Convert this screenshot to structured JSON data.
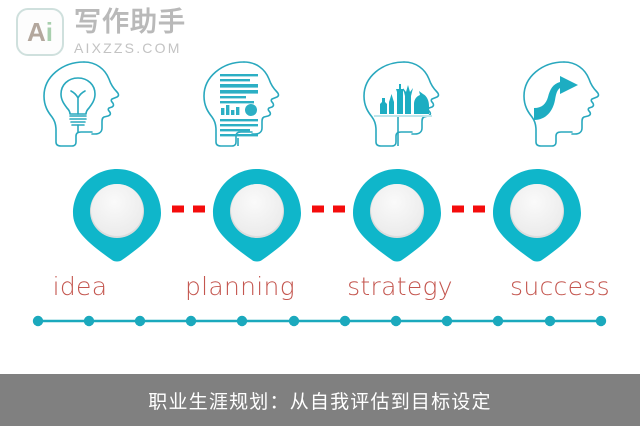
{
  "brand": {
    "mark_letter_a": "A",
    "mark_letter_i": "i",
    "name_cn": "写作助手",
    "domain": "AIXZZS.COM",
    "mark_icon": "ai-logo-icon"
  },
  "colors": {
    "teal": "#0FB6CA",
    "teal_dark": "#0AA6B8",
    "teal_line": "#1BA9BD",
    "pin_inner": "#F0F0F0",
    "pin_halo": "#FFFFFF",
    "dash_red": "#F40C0C",
    "label_red": "#C4564F",
    "caption_bar": "#808080",
    "caption_text": "#FFFFFF",
    "brand_gray": "#B9B9B9",
    "background": "#FFFFFF"
  },
  "steps": [
    {
      "label": "idea",
      "icon": "head-lightbulb-icon",
      "icon_alt": "head with lightbulb"
    },
    {
      "label": "planning",
      "icon": "head-report-chart-icon",
      "icon_alt": "head with document, bar chart and pie chart"
    },
    {
      "label": "strategy",
      "icon": "head-chess-pieces-icon",
      "icon_alt": "head with chess pieces"
    },
    {
      "label": "success",
      "icon": "head-up-arrow-icon",
      "icon_alt": "head with rising arrow"
    }
  ],
  "connectors": {
    "style": "red-dashed",
    "count": 3
  },
  "baseline": {
    "style": "teal-line-with-dots",
    "dot_count": 12
  },
  "caption": {
    "text": "职业生涯规划：从自我评估到目标设定"
  }
}
